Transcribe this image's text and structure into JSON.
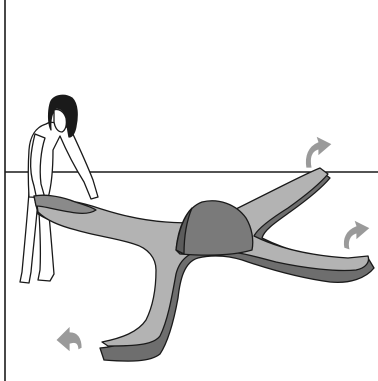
{
  "illustration": {
    "colors": {
      "background": "#ffffff",
      "outline": "#1a1a1a",
      "fabric_light": "#b3b3b3",
      "fabric_dark": "#6e6e6e",
      "dome": "#7a7a7a",
      "arrow": "#9a9a9a"
    },
    "icons": [
      "woman-figure",
      "play-mat",
      "turn-arrow"
    ],
    "arrow_count": 3
  }
}
